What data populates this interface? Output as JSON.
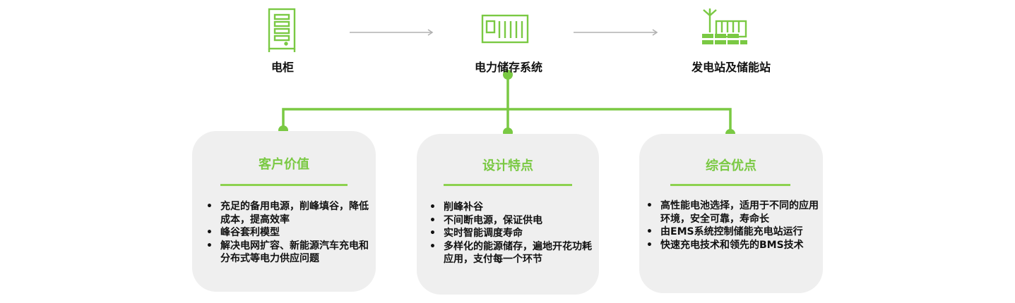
{
  "top_nodes": [
    {
      "label": "电柜",
      "icon": "cabinet-icon"
    },
    {
      "label": "电力储存系统",
      "icon": "container-icon"
    },
    {
      "label": "发电站及储能站",
      "icon": "power-station-icon"
    }
  ],
  "cards": [
    {
      "title": "客户价值",
      "items": [
        "充足的备用电源，削峰填谷，降低成本，提高效率",
        "峰谷套利模型",
        "解决电网扩容、新能源汽车充电和分布式等电力供应问题"
      ]
    },
    {
      "title": "设计特点",
      "items": [
        "削峰补谷",
        "不间断电源，保证供电",
        "实时智能调度寿命",
        "多样化的能源储存，遍地开花功耗应用，支付每一个环节"
      ]
    },
    {
      "title": "综合优点",
      "items": [
        "高性能电池选择，适用于不同的应用环境，安全可靠，寿命长",
        "由EMS系统控制储能充电站运行",
        "快速充电技术和领先的BMS技术"
      ]
    }
  ],
  "colors": {
    "accent": "#7ac943",
    "arrow": "#b0b0b0",
    "card_bg": "#efefef",
    "text": "#111111"
  }
}
